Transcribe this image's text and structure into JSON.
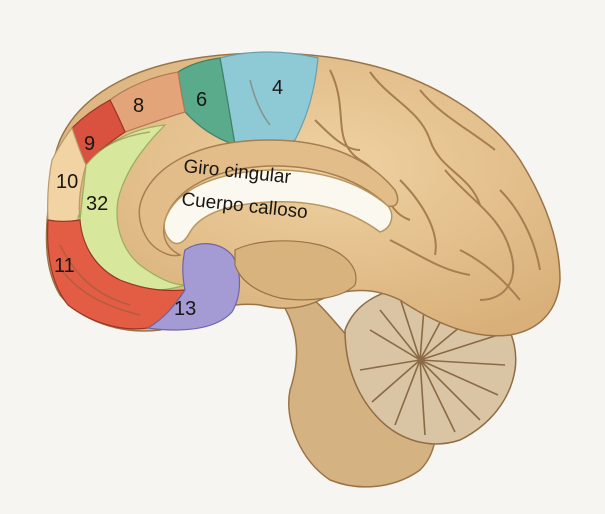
{
  "regions": [
    {
      "id": "area-4",
      "label": "4",
      "color": "#8ec9d6"
    },
    {
      "id": "area-6",
      "label": "6",
      "color": "#5aab8c"
    },
    {
      "id": "area-8",
      "label": "8",
      "color": "#e3a479"
    },
    {
      "id": "area-9",
      "label": "9",
      "color": "#d9523f"
    },
    {
      "id": "area-10",
      "label": "10",
      "color": "#f1d3a4"
    },
    {
      "id": "area-32",
      "label": "32",
      "color": "#d7e79b"
    },
    {
      "id": "area-11",
      "label": "11",
      "color": "#e35d45"
    },
    {
      "id": "area-13",
      "label": "13",
      "color": "#a59bd4"
    }
  ],
  "structures": {
    "cingulate_gyrus": "Giro cingular",
    "corpus_callosum": "Cuerpo calloso"
  },
  "colors": {
    "background": "#f7f5f1",
    "brain_tissue": "#e6c493",
    "sulcus_line": "#a77e4f",
    "brainstem": "#d5b281",
    "cerebellum": "#d9c5a3",
    "callosum": "#fbf8f0"
  }
}
